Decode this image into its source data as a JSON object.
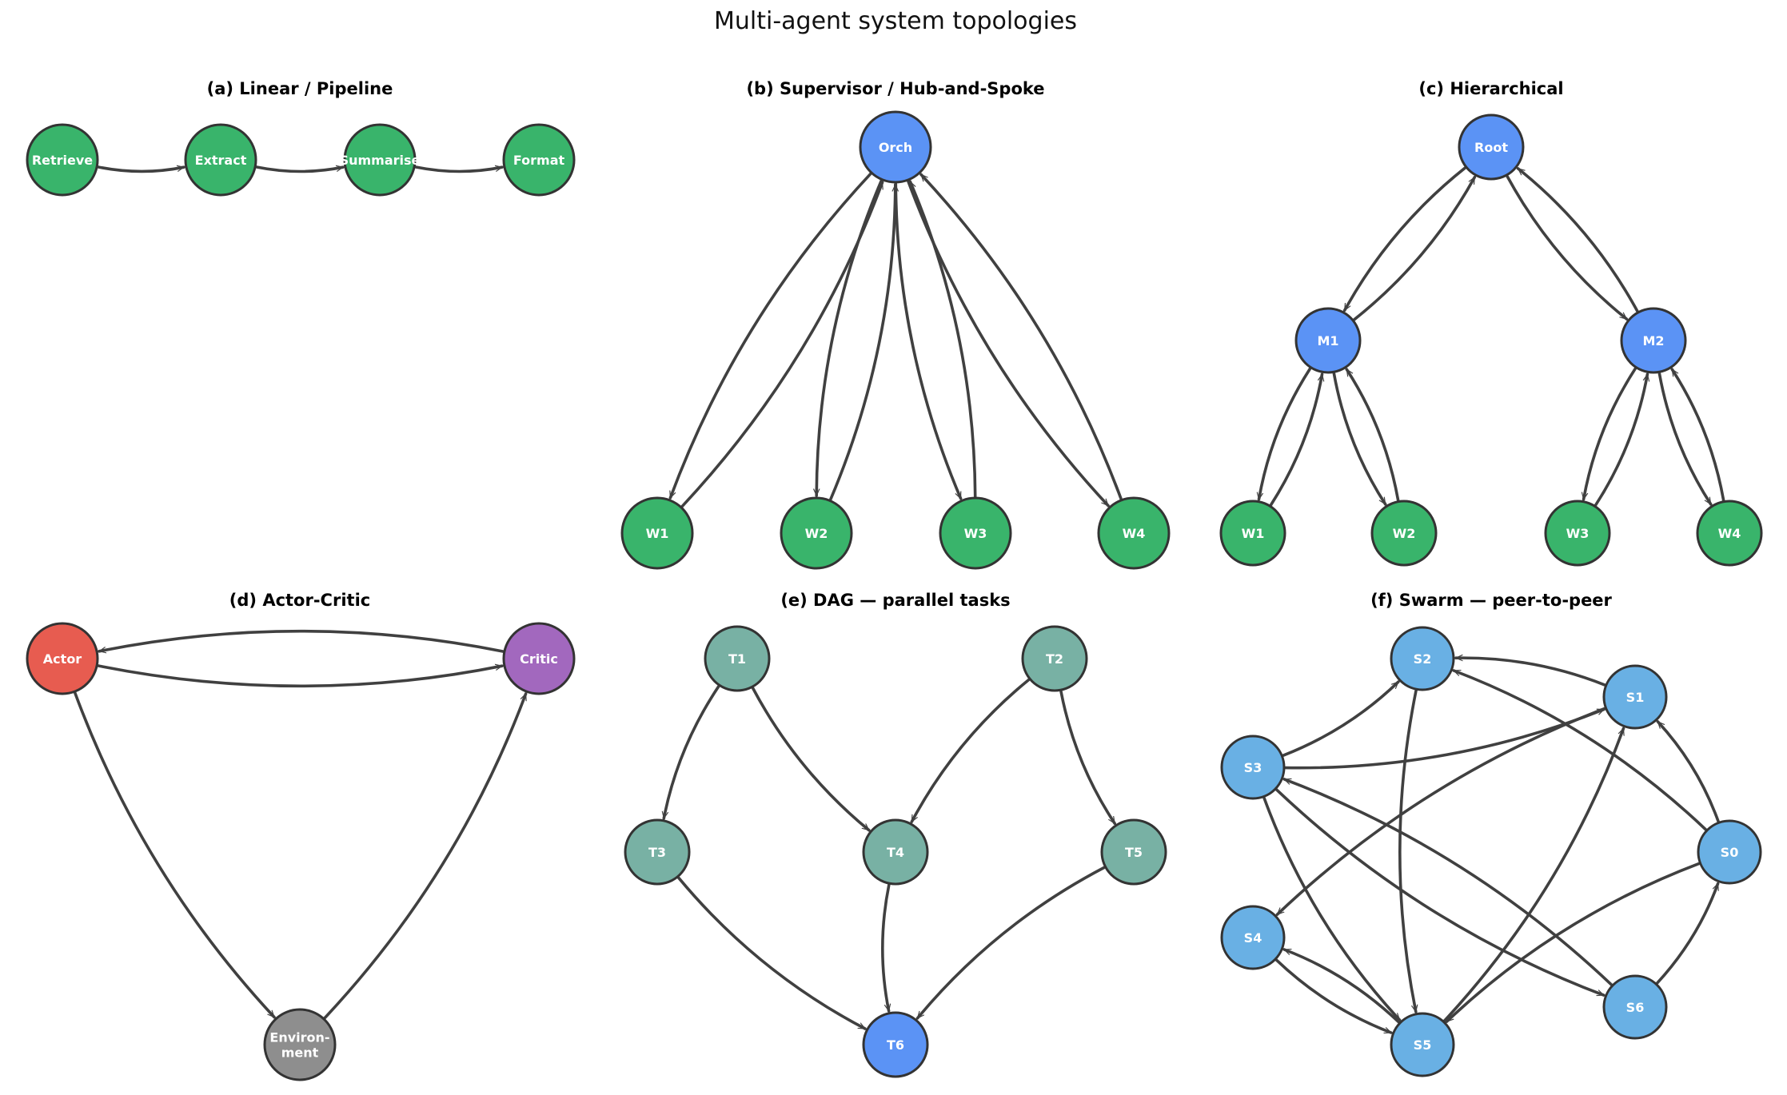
{
  "title": "Multi-agent system topologies",
  "colors": {
    "green": "#39b46b",
    "blue": "#5b93f5",
    "lightblue": "#69b0e4",
    "teal": "#78b1a4",
    "red": "#e75c50",
    "purple": "#a268be",
    "gray": "#8e8e8e",
    "edge": "#404040",
    "border": "#333333"
  },
  "panels": [
    {
      "id": "a",
      "title": "(a) Linear / Pipeline",
      "nodes": [
        {
          "id": "retrieve",
          "label": "Retrieve",
          "color": "green"
        },
        {
          "id": "extract",
          "label": "Extract",
          "color": "green"
        },
        {
          "id": "summarise",
          "label": "Summarise",
          "color": "green"
        },
        {
          "id": "format",
          "label": "Format",
          "color": "green"
        }
      ],
      "edges": [
        [
          "retrieve",
          "extract"
        ],
        [
          "extract",
          "summarise"
        ],
        [
          "summarise",
          "format"
        ]
      ]
    },
    {
      "id": "b",
      "title": "(b) Supervisor / Hub-and-Spoke",
      "nodes": [
        {
          "id": "orch",
          "label": "Orch",
          "color": "blue"
        },
        {
          "id": "w1",
          "label": "W1",
          "color": "green"
        },
        {
          "id": "w2",
          "label": "W2",
          "color": "green"
        },
        {
          "id": "w3",
          "label": "W3",
          "color": "green"
        },
        {
          "id": "w4",
          "label": "W4",
          "color": "green"
        }
      ],
      "edges": [
        [
          "orch",
          "w1"
        ],
        [
          "w1",
          "orch"
        ],
        [
          "orch",
          "w2"
        ],
        [
          "w2",
          "orch"
        ],
        [
          "orch",
          "w3"
        ],
        [
          "w3",
          "orch"
        ],
        [
          "orch",
          "w4"
        ],
        [
          "w4",
          "orch"
        ]
      ]
    },
    {
      "id": "c",
      "title": "(c) Hierarchical",
      "nodes": [
        {
          "id": "root",
          "label": "Root",
          "color": "blue"
        },
        {
          "id": "m1",
          "label": "M1",
          "color": "blue"
        },
        {
          "id": "m2",
          "label": "M2",
          "color": "blue"
        },
        {
          "id": "w1",
          "label": "W1",
          "color": "green"
        },
        {
          "id": "w2",
          "label": "W2",
          "color": "green"
        },
        {
          "id": "w3",
          "label": "W3",
          "color": "green"
        },
        {
          "id": "w4",
          "label": "W4",
          "color": "green"
        }
      ],
      "edges": [
        [
          "root",
          "m1"
        ],
        [
          "m1",
          "root"
        ],
        [
          "root",
          "m2"
        ],
        [
          "m2",
          "root"
        ],
        [
          "m1",
          "w1"
        ],
        [
          "w1",
          "m1"
        ],
        [
          "m1",
          "w2"
        ],
        [
          "w2",
          "m1"
        ],
        [
          "m2",
          "w3"
        ],
        [
          "w3",
          "m2"
        ],
        [
          "m2",
          "w4"
        ],
        [
          "w4",
          "m2"
        ]
      ]
    },
    {
      "id": "d",
      "title": "(d) Actor-Critic",
      "nodes": [
        {
          "id": "actor",
          "label": "Actor",
          "color": "red"
        },
        {
          "id": "critic",
          "label": "Critic",
          "color": "purple"
        },
        {
          "id": "env",
          "label": "Environ-\nment",
          "color": "gray"
        }
      ],
      "edges": [
        [
          "actor",
          "critic"
        ],
        [
          "critic",
          "actor"
        ],
        [
          "actor",
          "env"
        ],
        [
          "env",
          "critic"
        ]
      ]
    },
    {
      "id": "e",
      "title": "(e) DAG — parallel tasks",
      "nodes": [
        {
          "id": "t1",
          "label": "T1",
          "color": "teal"
        },
        {
          "id": "t2",
          "label": "T2",
          "color": "teal"
        },
        {
          "id": "t3",
          "label": "T3",
          "color": "teal"
        },
        {
          "id": "t4",
          "label": "T4",
          "color": "teal"
        },
        {
          "id": "t5",
          "label": "T5",
          "color": "teal"
        },
        {
          "id": "t6",
          "label": "T6",
          "color": "blue"
        }
      ],
      "edges": [
        [
          "t1",
          "t3"
        ],
        [
          "t1",
          "t4"
        ],
        [
          "t2",
          "t4"
        ],
        [
          "t2",
          "t5"
        ],
        [
          "t3",
          "t6"
        ],
        [
          "t4",
          "t6"
        ],
        [
          "t5",
          "t6"
        ]
      ]
    },
    {
      "id": "f",
      "title": "(f) Swarm — peer-to-peer",
      "nodes": [
        {
          "id": "s0",
          "label": "S0",
          "color": "lightblue"
        },
        {
          "id": "s1",
          "label": "S1",
          "color": "lightblue"
        },
        {
          "id": "s2",
          "label": "S2",
          "color": "lightblue"
        },
        {
          "id": "s3",
          "label": "S3",
          "color": "lightblue"
        },
        {
          "id": "s4",
          "label": "S4",
          "color": "lightblue"
        },
        {
          "id": "s5",
          "label": "S5",
          "color": "lightblue"
        },
        {
          "id": "s6",
          "label": "S6",
          "color": "lightblue"
        }
      ],
      "edges": [
        [
          "s0",
          "s1"
        ],
        [
          "s0",
          "s2"
        ],
        [
          "s0",
          "s5"
        ],
        [
          "s1",
          "s2"
        ],
        [
          "s1",
          "s4"
        ],
        [
          "s3",
          "s1"
        ],
        [
          "s3",
          "s2"
        ],
        [
          "s3",
          "s5"
        ],
        [
          "s3",
          "s6"
        ],
        [
          "s2",
          "s5"
        ],
        [
          "s4",
          "s5"
        ],
        [
          "s5",
          "s4"
        ],
        [
          "s5",
          "s1"
        ],
        [
          "s6",
          "s0"
        ],
        [
          "s6",
          "s3"
        ]
      ]
    }
  ]
}
